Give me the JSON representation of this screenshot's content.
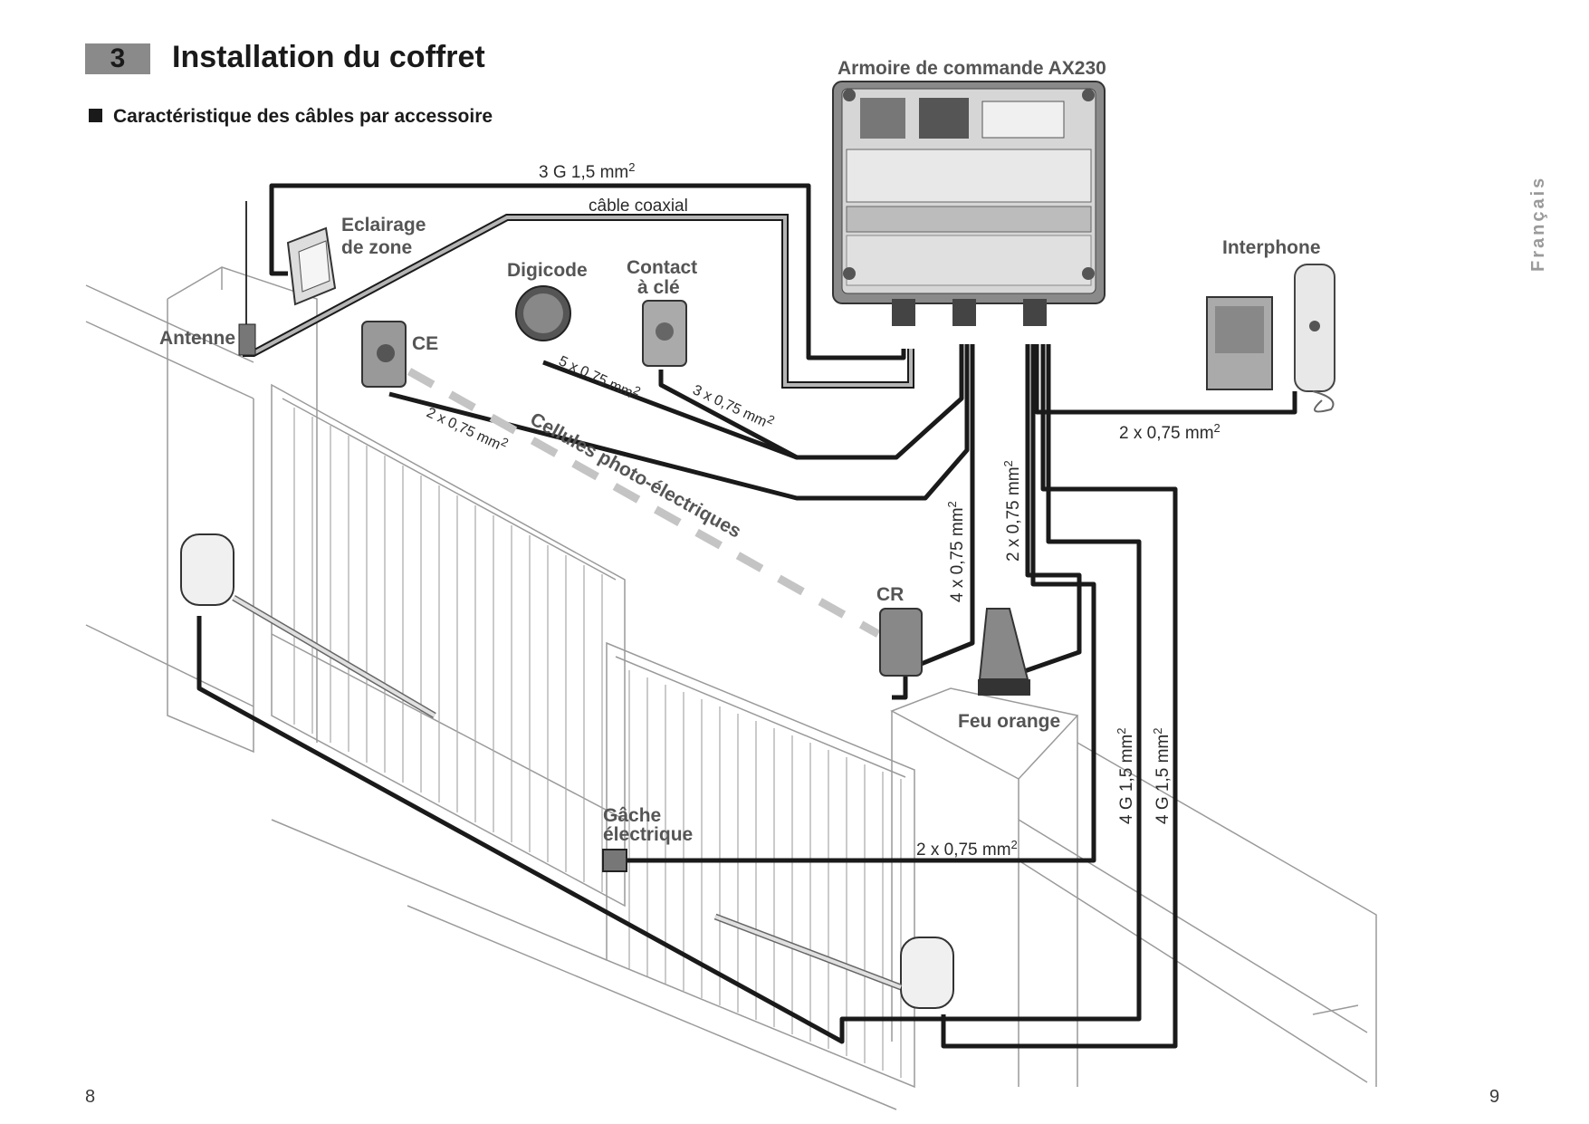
{
  "header": {
    "section_number": "3",
    "section_title": "Installation du coffret",
    "subheading": "Caractéristique des câbles par accessoire"
  },
  "sidebar_language": "Français",
  "labels": {
    "controller": "Armoire de commande AX230",
    "lighting_line1": "Eclairage",
    "lighting_line2": "de zone",
    "antenna": "Antenne",
    "digicode": "Digicode",
    "key_contact_line1": "Contact",
    "key_contact_line2": "à clé",
    "interphone": "Interphone",
    "ce": "CE",
    "cr": "CR",
    "photocells": "Cellules photo-électriques",
    "orange_light": "Feu orange",
    "strike_line1": "Gâche",
    "strike_line2": "électrique"
  },
  "cables": {
    "power_lighting": "3 G 1,5 mm",
    "coax": "câble coaxial",
    "digicode": "5 x 0,75 mm",
    "key_contact": "3 x 0,75 mm",
    "ce": "2 x 0,75 mm",
    "cr": "4 x 0,75 mm",
    "orange_light": "2 x 0,75 mm",
    "interphone": "2 x 0,75 mm",
    "motor_right": "4 G 1,5 mm",
    "motor_left": "4 G 1,5 mm",
    "strike": "2 x 0,75 mm",
    "squared": "2"
  },
  "pages": {
    "left": "8",
    "right": "9"
  },
  "colors": {
    "cable": "#1a1a1a",
    "coax": "#8c8c8c",
    "structure": "#9a9a9a",
    "device": "#7a7a7a"
  }
}
